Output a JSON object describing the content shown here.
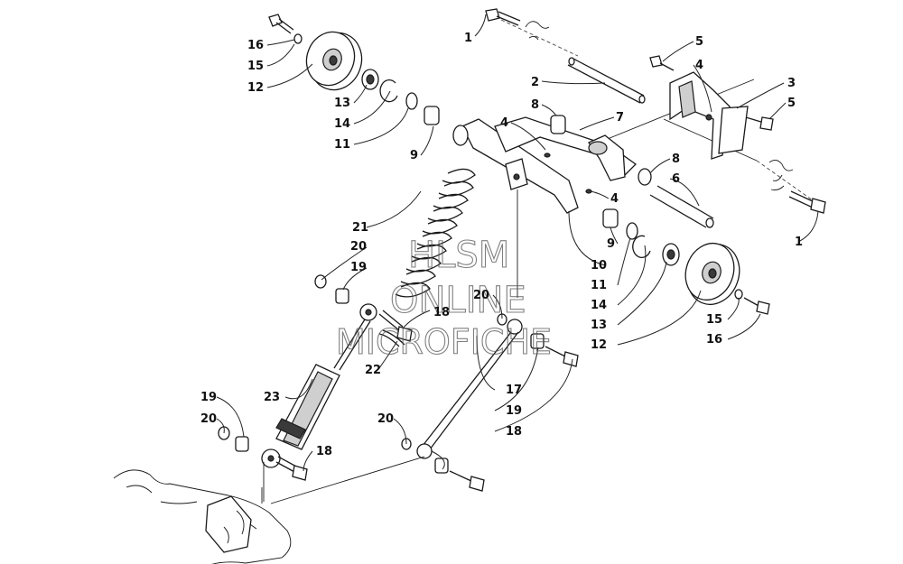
{
  "watermark": {
    "line1": "HLSM",
    "line2": "ONLINE",
    "line3": "MICROFICHE"
  },
  "callouts": [
    {
      "id": "c1a",
      "num": "1"
    },
    {
      "id": "c1b",
      "num": "1"
    },
    {
      "id": "c2",
      "num": "2"
    },
    {
      "id": "c3",
      "num": "3"
    },
    {
      "id": "c4a",
      "num": "4"
    },
    {
      "id": "c4b",
      "num": "4"
    },
    {
      "id": "c4c",
      "num": "4"
    },
    {
      "id": "c5a",
      "num": "5"
    },
    {
      "id": "c5b",
      "num": "5"
    },
    {
      "id": "c6",
      "num": "6"
    },
    {
      "id": "c7",
      "num": "7"
    },
    {
      "id": "c8a",
      "num": "8"
    },
    {
      "id": "c8b",
      "num": "8"
    },
    {
      "id": "c9a",
      "num": "9"
    },
    {
      "id": "c9b",
      "num": "9"
    },
    {
      "id": "c10",
      "num": "10"
    },
    {
      "id": "c11a",
      "num": "11"
    },
    {
      "id": "c11b",
      "num": "11"
    },
    {
      "id": "c12a",
      "num": "12"
    },
    {
      "id": "c12b",
      "num": "12"
    },
    {
      "id": "c13a",
      "num": "13"
    },
    {
      "id": "c13b",
      "num": "13"
    },
    {
      "id": "c14a",
      "num": "14"
    },
    {
      "id": "c14b",
      "num": "14"
    },
    {
      "id": "c15a",
      "num": "15"
    },
    {
      "id": "c15b",
      "num": "15"
    },
    {
      "id": "c16a",
      "num": "16"
    },
    {
      "id": "c16b",
      "num": "16"
    },
    {
      "id": "c17",
      "num": "17"
    },
    {
      "id": "c18a",
      "num": "18"
    },
    {
      "id": "c18b",
      "num": "18"
    },
    {
      "id": "c18c",
      "num": "18"
    },
    {
      "id": "c19a",
      "num": "19"
    },
    {
      "id": "c19b",
      "num": "19"
    },
    {
      "id": "c19c",
      "num": "19"
    },
    {
      "id": "c20a",
      "num": "20"
    },
    {
      "id": "c20b",
      "num": "20"
    },
    {
      "id": "c20c",
      "num": "20"
    },
    {
      "id": "c20d",
      "num": "20"
    },
    {
      "id": "c21",
      "num": "21"
    },
    {
      "id": "c22",
      "num": "22"
    },
    {
      "id": "c23",
      "num": "23"
    }
  ]
}
